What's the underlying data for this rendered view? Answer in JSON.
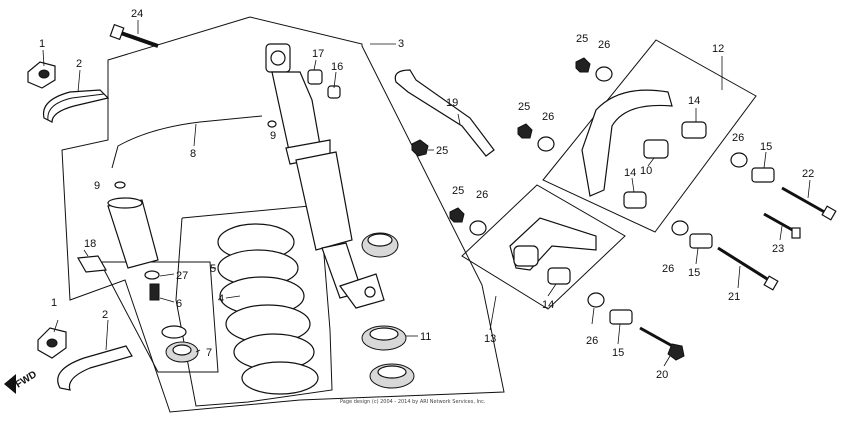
{
  "diagram": {
    "callouts": [
      {
        "id": "c1a",
        "label": "1"
      },
      {
        "id": "c2a",
        "label": "2"
      },
      {
        "id": "c24",
        "label": "24"
      },
      {
        "id": "c3",
        "label": "3"
      },
      {
        "id": "c17",
        "label": "17"
      },
      {
        "id": "c16",
        "label": "16"
      },
      {
        "id": "c9a",
        "label": "9"
      },
      {
        "id": "c8",
        "label": "8"
      },
      {
        "id": "c9b",
        "label": "9"
      },
      {
        "id": "c19",
        "label": "19"
      },
      {
        "id": "c25a",
        "label": "25"
      },
      {
        "id": "c25b",
        "label": "25"
      },
      {
        "id": "c26a",
        "label": "26"
      },
      {
        "id": "c25c",
        "label": "25"
      },
      {
        "id": "c26b",
        "label": "26"
      },
      {
        "id": "c12",
        "label": "12"
      },
      {
        "id": "c14a",
        "label": "14"
      },
      {
        "id": "c10",
        "label": "10"
      },
      {
        "id": "c14b",
        "label": "14"
      },
      {
        "id": "c25d",
        "label": "25"
      },
      {
        "id": "c26c",
        "label": "26"
      },
      {
        "id": "c26d",
        "label": "26"
      },
      {
        "id": "c15a",
        "label": "15"
      },
      {
        "id": "c22",
        "label": "22"
      },
      {
        "id": "c23",
        "label": "23"
      },
      {
        "id": "c18",
        "label": "18"
      },
      {
        "id": "c5",
        "label": "5"
      },
      {
        "id": "c27",
        "label": "27"
      },
      {
        "id": "c4",
        "label": "4"
      },
      {
        "id": "c6",
        "label": "6"
      },
      {
        "id": "c7",
        "label": "7"
      },
      {
        "id": "c1b",
        "label": "1"
      },
      {
        "id": "c2b",
        "label": "2"
      },
      {
        "id": "c11",
        "label": "11"
      },
      {
        "id": "c13",
        "label": "13"
      },
      {
        "id": "c14c",
        "label": "14"
      },
      {
        "id": "c26e",
        "label": "26"
      },
      {
        "id": "c15b",
        "label": "15"
      },
      {
        "id": "c21",
        "label": "21"
      },
      {
        "id": "c26f",
        "label": "26"
      },
      {
        "id": "c15c",
        "label": "15"
      },
      {
        "id": "c20",
        "label": "20"
      }
    ],
    "direction_label": "FWD",
    "copyright": "Page design (c) 2004 - 2014 by ARI Network Services, Inc."
  }
}
